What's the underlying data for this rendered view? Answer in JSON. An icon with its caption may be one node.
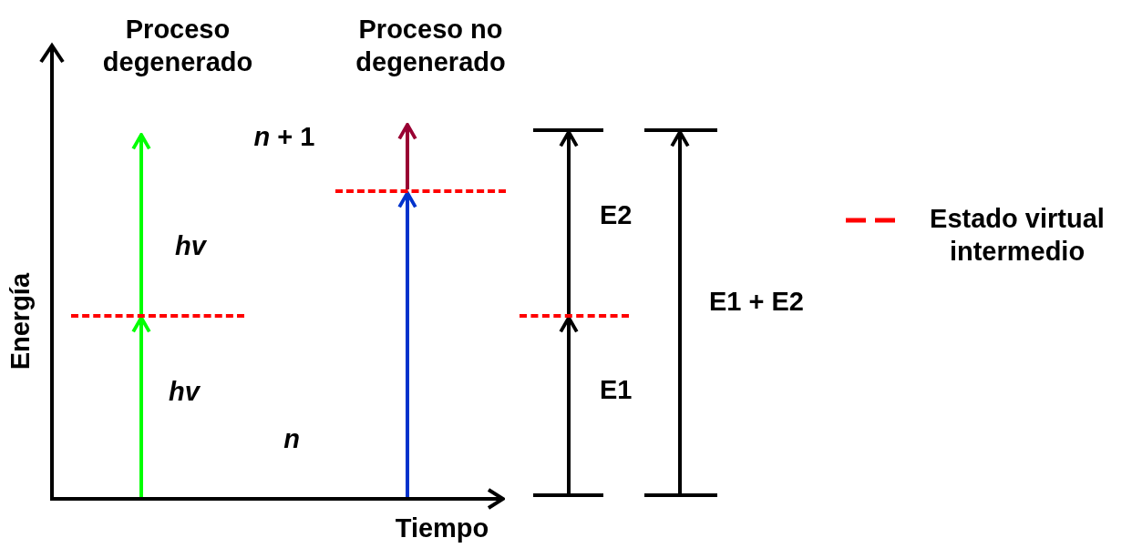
{
  "diagram": {
    "nodes": [
      {
        "text": [],
        "shape": "line"
      },
      {
        "text": [],
        "shape": "bar"
      },
      {
        "text": [],
        "shape": "bar"
      },
      {
        "text": [],
        "shape": "bar"
      },
      {
        "text": [],
        "shape": "bar"
      },
      {
        "text": [],
        "shape": "bar"
      },
      {
        "text": [],
        "shape": "bar"
      },
      {
        "text": [],
        "shape": "bar"
      }
    ],
    "edges": [
      {
        "from": 0,
        "to": 1,
        "arrow": "to",
        "label": "hv",
        "color": "#00ff00"
      },
      {
        "from": 1,
        "to": null,
        "arrow": "to",
        "label": "hv",
        "color": "#00ff00"
      },
      {
        "from": 0,
        "to": 2,
        "arrow": "to",
        "color": "#0033cc"
      },
      {
        "from": 2,
        "to": null,
        "arrow": "to",
        "color": "#990033"
      },
      {
        "from": 3,
        "to": 4,
        "arrow": "to",
        "label": "E1"
      },
      {
        "from": 4,
        "to": 5,
        "arrow": "to",
        "label": "E2"
      },
      {
        "from": 6,
        "to": 7,
        "arrow": "to",
        "label": "E1 + E2"
      }
    ],
    "labels": [
      "Proceso degenerado",
      "Proceso no degenerado",
      "*n* + 1",
      "n",
      "Energía",
      "Tiempo"
    ],
    "legend": [
      {
        "text": "Estado virtual intermedio"
      }
    ]
  }
}
